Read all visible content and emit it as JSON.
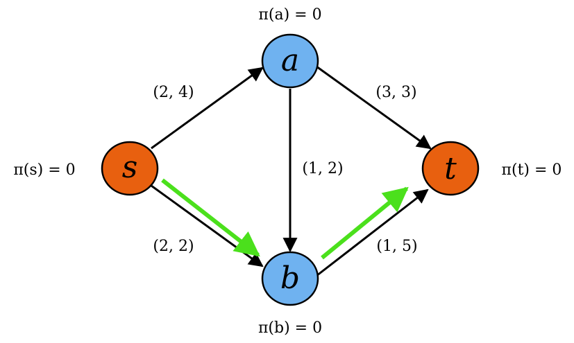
{
  "nodes": {
    "s": {
      "label": "s",
      "potential": "π(s) = 0",
      "color": "#e8600f"
    },
    "a": {
      "label": "a",
      "potential": "π(a) = 0",
      "color": "#6fb2f0"
    },
    "b": {
      "label": "b",
      "potential": "π(b) = 0",
      "color": "#6fb2f0"
    },
    "t": {
      "label": "t",
      "potential": "π(t) = 0",
      "color": "#e8600f"
    }
  },
  "edges": {
    "s_a": {
      "label": "(2, 4)"
    },
    "s_b": {
      "label": "(2, 2)"
    },
    "a_b": {
      "label": "(1, 2)"
    },
    "a_t": {
      "label": "(3, 3)"
    },
    "b_t": {
      "label": "(1, 5)"
    }
  },
  "colors": {
    "edge": "#000000",
    "highlight_path": "#4be01c"
  }
}
